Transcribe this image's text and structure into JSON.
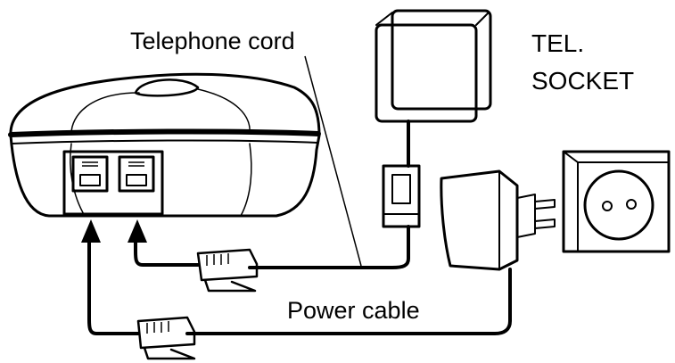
{
  "labels": {
    "telephone_cord": "Telephone cord",
    "tel_socket_line1": "TEL.",
    "tel_socket_line2": "SOCKET",
    "power_cable": "Power cable"
  },
  "icons": {
    "base_station": "telephone-base-station-icon",
    "tel_socket": "telephone-wall-socket-icon",
    "line_adapter": "telephone-line-adapter-icon",
    "power_adapter": "power-adapter-icon",
    "power_outlet": "power-outlet-icon",
    "plug": "modular-plug-icon"
  },
  "colors": {
    "ink": "#000000",
    "background": "#ffffff"
  }
}
